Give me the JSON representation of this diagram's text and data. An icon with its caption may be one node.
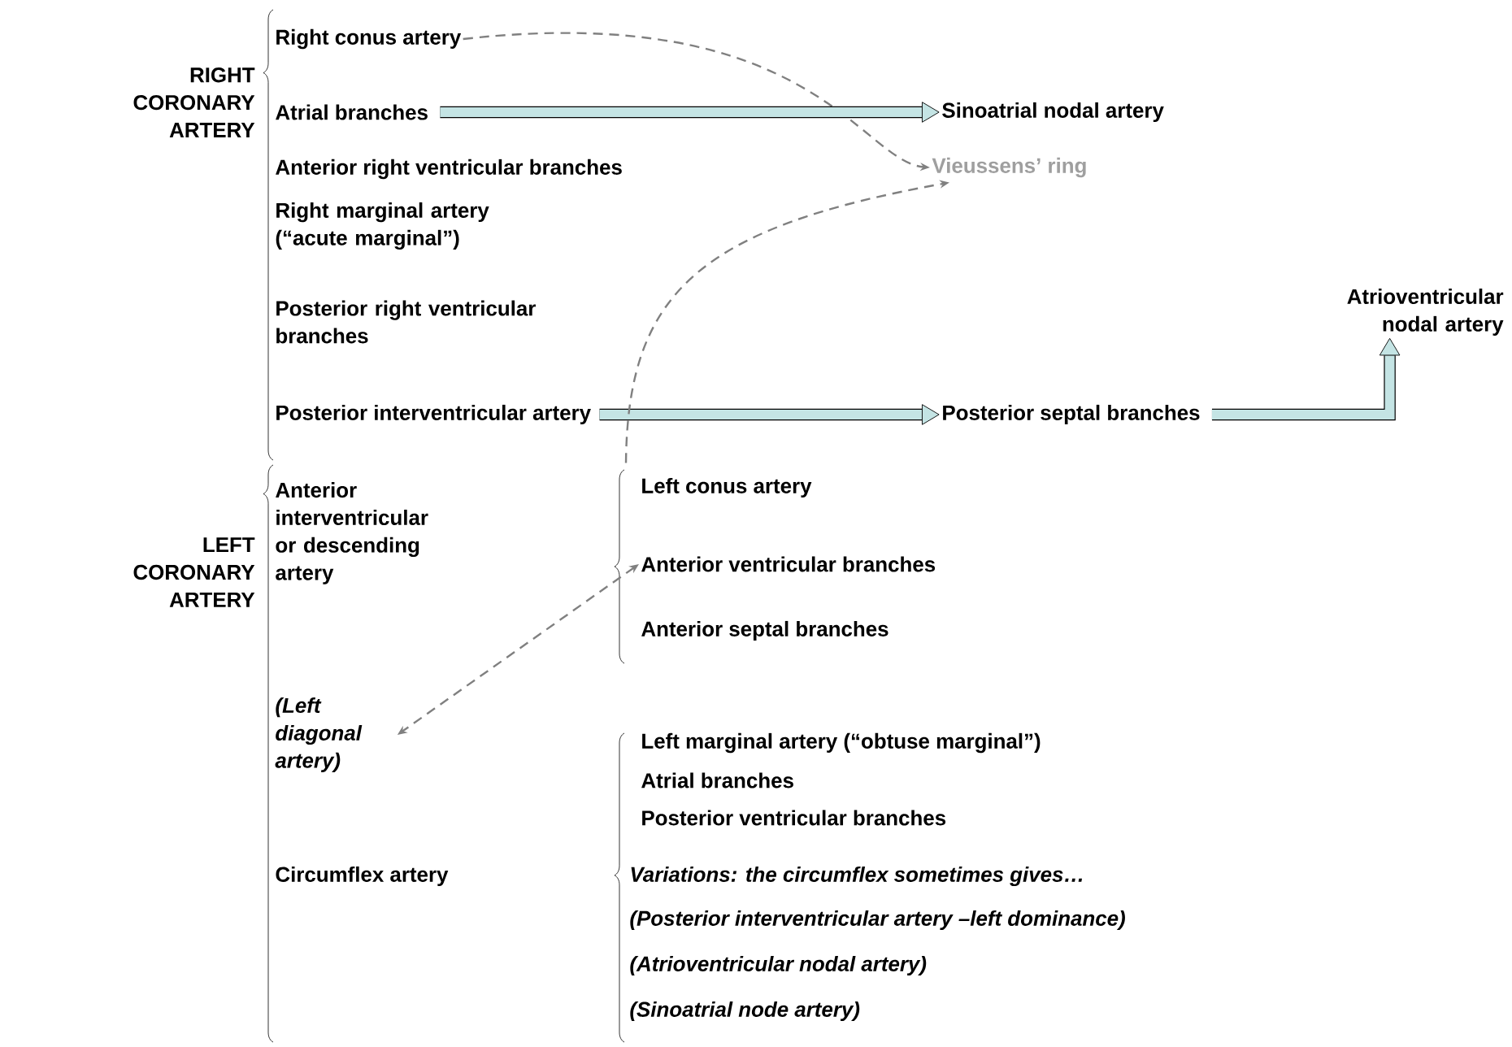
{
  "diagram": {
    "nodes": [
      {
        "text": [
          "RIGHT CORONARY ARTERY"
        ]
      },
      {
        "text": [
          "Right conus artery"
        ]
      },
      {
        "text": [
          "Atrial branches"
        ]
      },
      {
        "text": [
          "Anterior right ventricular branches"
        ]
      },
      {
        "text": [
          "Right marginal artery (“acute marginal”)"
        ]
      },
      {
        "text": [
          "Posterior right ventricular branches"
        ]
      },
      {
        "text": [
          "Posterior interventricular artery"
        ]
      },
      {
        "text": [
          "Sinoatrial nodal artery"
        ]
      },
      {
        "text": [
          "Vieussens’ ring"
        ]
      },
      {
        "text": [
          "Atrioventricular nodal artery"
        ]
      },
      {
        "text": [
          "Posterior septal branches"
        ]
      },
      {
        "text": [
          "LEFT CORONARY ARTERY"
        ]
      },
      {
        "text": [
          "Anterior interventricular or descending artery"
        ]
      },
      {
        "text": [
          "Left conus artery"
        ]
      },
      {
        "text": [
          "Anterior ventricular branches"
        ]
      },
      {
        "text": [
          "Anterior septal branches"
        ]
      },
      {
        "text": [
          "(Left diagonal artery)"
        ]
      },
      {
        "text": [
          "Circumflex artery"
        ]
      },
      {
        "text": [
          "Left marginal artery (“obtuse marginal”)"
        ]
      },
      {
        "text": [
          "Atrial branches"
        ]
      },
      {
        "text": [
          "Posterior ventricular branches"
        ]
      },
      {
        "text": [
          "Variations: the circumflex sometimes gives…"
        ]
      },
      {
        "text": [
          "(Posterior interventricular artery –left dominance)"
        ]
      },
      {
        "text": [
          "(Atrioventricular nodal artery)"
        ]
      },
      {
        "text": [
          "(Sinoatrial node artery)"
        ]
      }
    ],
    "edges": [
      {
        "from": 1,
        "to": 8,
        "arrow": "to",
        "style": "dashed",
        "color": "#808080"
      },
      {
        "from": 2,
        "to": 7,
        "arrow": "to",
        "style": "thick",
        "color": "#000000"
      },
      {
        "from": 6,
        "to": 10,
        "arrow": "to",
        "style": "thick",
        "color": "#000000"
      },
      {
        "from": 13,
        "to": 8,
        "arrow": "to",
        "style": "dashed",
        "color": "#808080"
      },
      {
        "from": 14,
        "to": 16,
        "arrow": "both",
        "style": "dashed",
        "color": "#808080"
      },
      {
        "from": 10,
        "to": 9,
        "arrow": "to",
        "style": "thick",
        "color": "#000000"
      }
    ]
  }
}
